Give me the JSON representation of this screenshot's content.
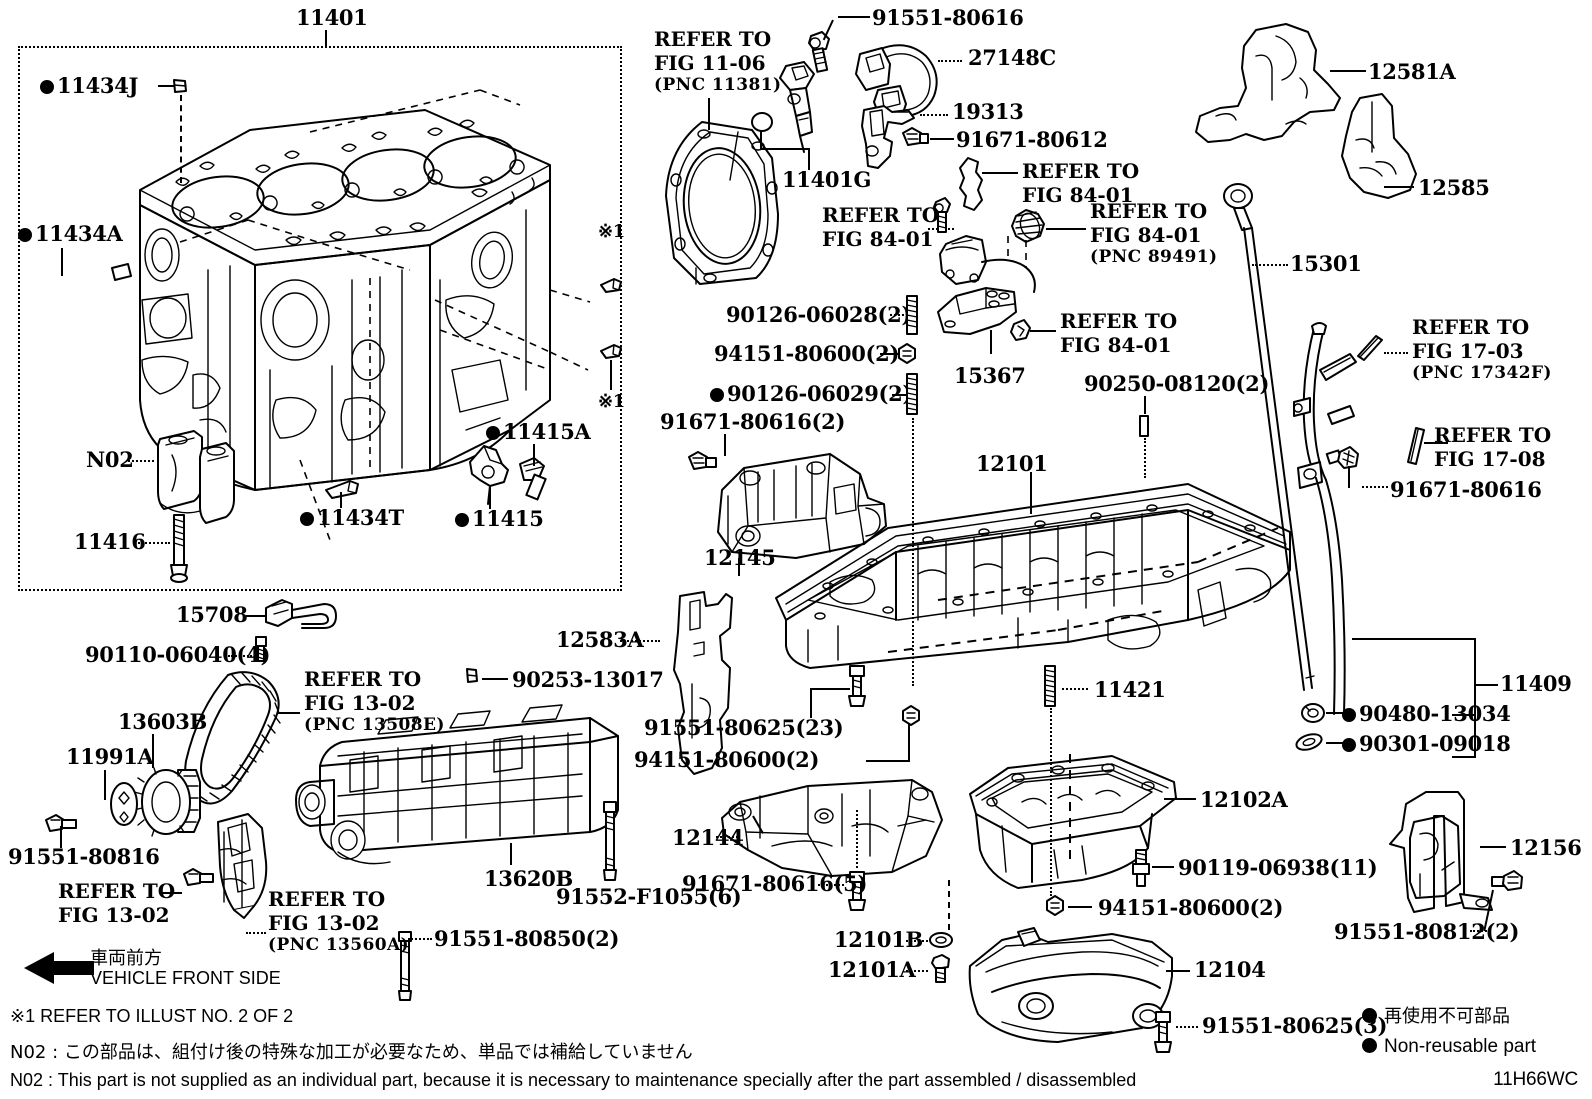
{
  "diagram": {
    "code": "11H66WC",
    "front_arrow_jp": "車両前方",
    "front_arrow_en": "VEHICLE FRONT SIDE",
    "note_star1": "※1  REFER TO ILLUST NO. 2 OF 2",
    "note_n02_jp": "N02 : この部品は、組付け後の特殊な加工が必要なため、単品では補給していません",
    "note_n02_en": "N02 : This part is not supplied as an individual part, because it is necessary to maintenance specially after the part assembled / disassembled",
    "legend_jp": "再使用不可部品",
    "legend_en": "Non-reusable part",
    "star_mark": "※1"
  },
  "parts": {
    "p11401": "11401",
    "p11434J": "11434J",
    "p11434A": "11434A",
    "pN02": "N02",
    "p11416": "11416",
    "p11434T": "11434T",
    "p11415": "11415",
    "p11415A": "11415A",
    "p15708": "15708",
    "p90110_06040": "90110-06040(4)",
    "p13603B": "13603B",
    "p11991A": "11991A",
    "p91551_80816": "91551-80816",
    "p13620B": "13620B",
    "p90253_13017": "90253-13017",
    "p91552_F1055": "91552-F1055(6)",
    "p91551_80850": "91551-80850(2)",
    "p91551_80616": "91551-80616",
    "p27148C": "27148C",
    "p19313": "19313",
    "p91671_80612": "91671-80612",
    "p11401G": "11401G",
    "p90126_06028": "90126-06028(2)",
    "p94151_80600_a": "94151-80600(2)",
    "p90126_06029": "90126-06029(2)",
    "p91671_80616_2": "91671-80616(2)",
    "p15367": "15367",
    "p12145": "12145",
    "p12583A": "12583A",
    "p91551_80625_23": "91551-80625(23)",
    "p94151_80600_b": "94151-80600(2)",
    "p12101": "12101",
    "p90250_08120": "90250-08120(2)",
    "p11421": "11421",
    "p12144": "12144",
    "p91671_80616_5": "91671-80616(5)",
    "p12101B": "12101B",
    "p12101A": "12101A",
    "p12102A": "12102A",
    "p90119_06938": "90119-06938(11)",
    "p94151_80600_c": "94151-80600(2)",
    "p12104": "12104",
    "p91551_80625_3": "91551-80625(3)",
    "p12581A": "12581A",
    "p12585": "12585",
    "p15301": "15301",
    "p91671_80616_r": "91671-80616",
    "p11409": "11409",
    "p90480_13034": "90480-13034",
    "p90301_09018": "90301-09018",
    "p12156": "12156",
    "p91551_80812": "91551-80812(2)"
  },
  "refer_blocks": {
    "fig1106": {
      "l1": "REFER TO",
      "l2": "FIG 11-06",
      "l3": "(PNC 11381)"
    },
    "fig8401_a": {
      "l1": "REFER TO",
      "l2": "FIG 84-01"
    },
    "fig8401_b": {
      "l1": "REFER TO",
      "l2": "FIG 84-01"
    },
    "fig8401_c": {
      "l1": "REFER TO",
      "l2": "FIG 84-01",
      "l3": "(PNC 89491)"
    },
    "fig8401_d": {
      "l1": "REFER TO",
      "l2": "FIG 84-01"
    },
    "fig1302_a": {
      "l1": "REFER TO",
      "l2": "FIG 13-02",
      "l3": "(PNC 13508E)"
    },
    "fig1302_b": {
      "l1": "REFER TO",
      "l2": "FIG 13-02"
    },
    "fig1302_c": {
      "l1": "REFER TO",
      "l2": "FIG 13-02",
      "l3": "(PNC 13560A)"
    },
    "fig1703": {
      "l1": "REFER TO",
      "l2": "FIG 17-03",
      "l3": "(PNC 17342F)"
    },
    "fig1708": {
      "l1": "REFER TO",
      "l2": "FIG 17-08"
    }
  }
}
